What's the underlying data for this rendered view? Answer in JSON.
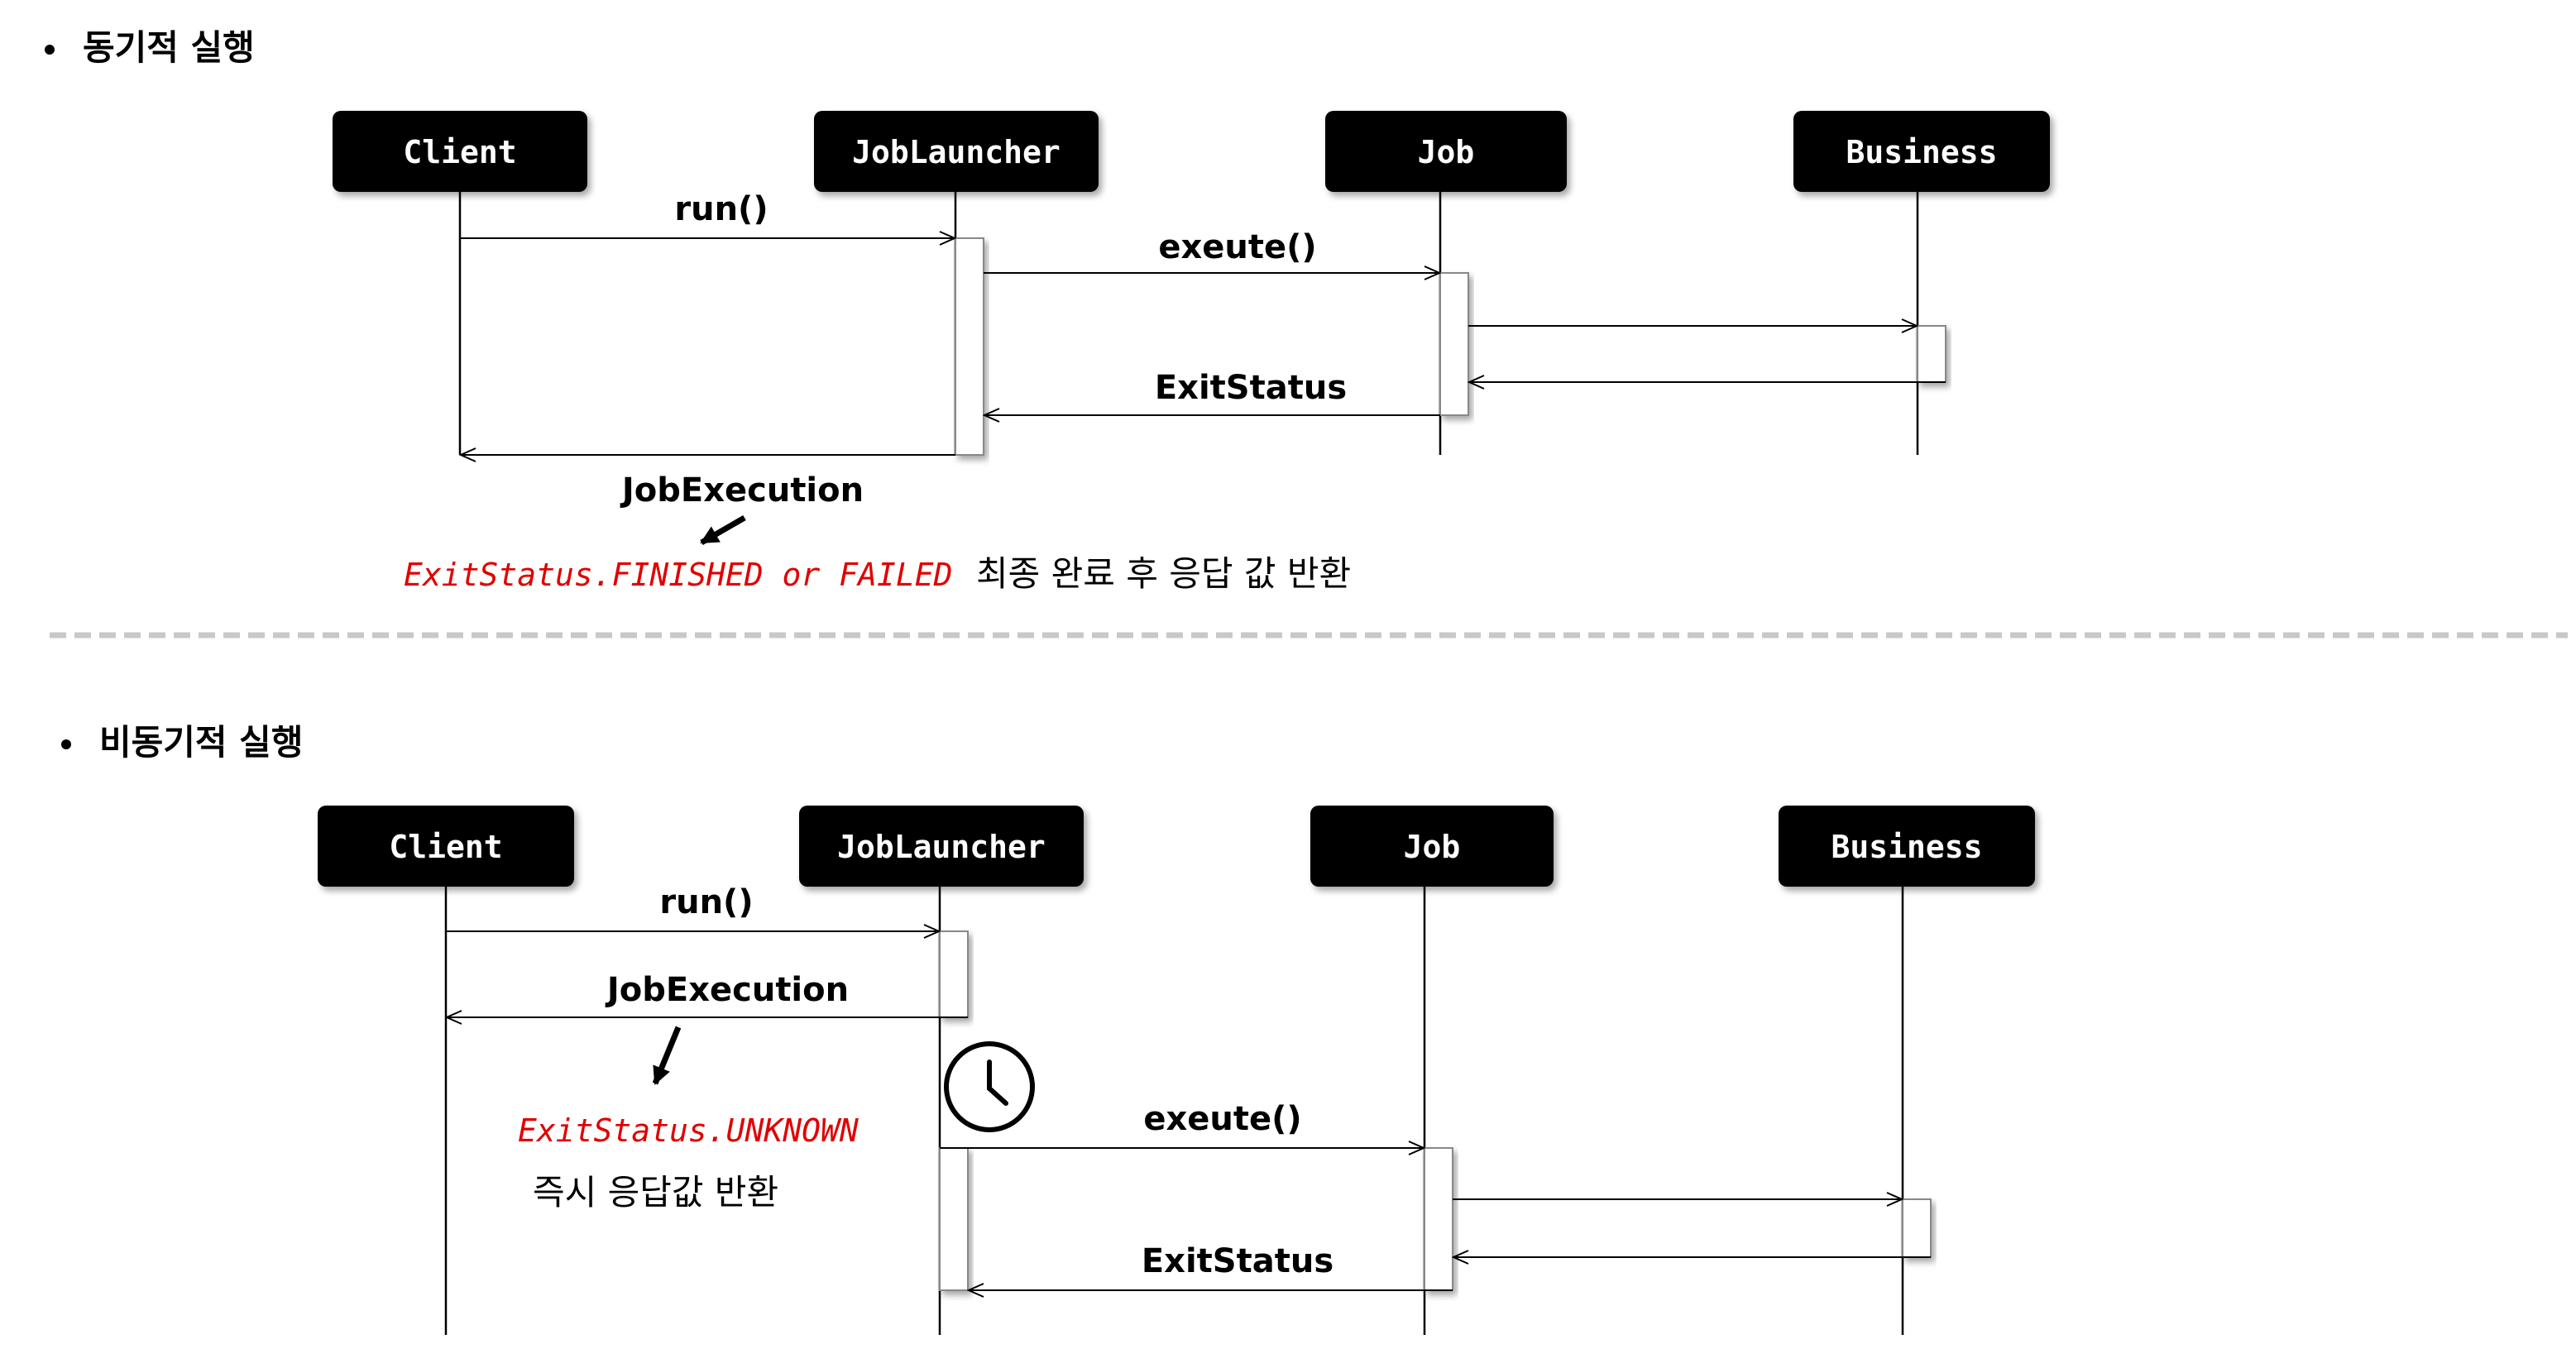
{
  "sections": [
    {
      "title": "동기적 실행",
      "actors": [
        "Client",
        "JobLauncher",
        "Job",
        "Business"
      ],
      "messages": {
        "run": "run()",
        "execute": "exeute()",
        "exit_status": "ExitStatus",
        "job_execution": "JobExecution"
      },
      "result_code": "ExitStatus.FINISHED or FAILED",
      "result_note": "최종 완료 후 응답 값 반환"
    },
    {
      "title": "비동기적 실행",
      "actors": [
        "Client",
        "JobLauncher",
        "Job",
        "Business"
      ],
      "messages": {
        "run": "run()",
        "job_execution": "JobExecution",
        "execute": "exeute()",
        "exit_status": "ExitStatus"
      },
      "result_code": "ExitStatus.UNKNOWN",
      "result_note": "즉시 응답값 반환"
    }
  ],
  "colors": {
    "actor_fill": "#000000",
    "actor_text": "#ffffff",
    "code_text": "#e00000",
    "divider": "#c8c8c8"
  },
  "icons": {
    "bullet": "bullet-icon",
    "clock": "clock-icon",
    "arrow": "arrow-down-left-icon"
  }
}
